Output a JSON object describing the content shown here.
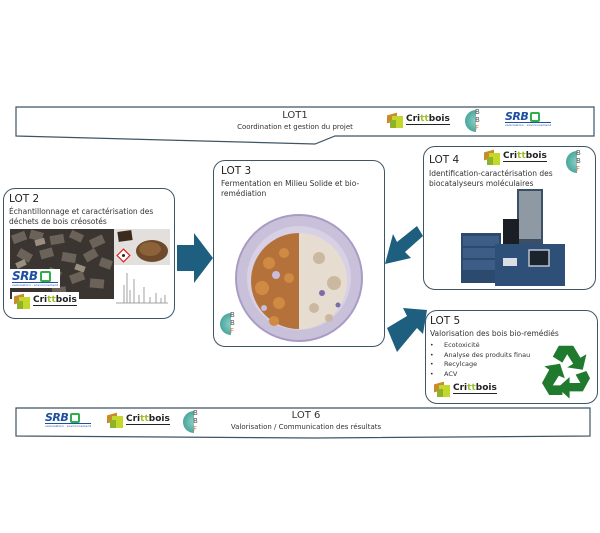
{
  "lot1": {
    "title": "LOT1",
    "subtitle": "Coordination et gestion du projet",
    "logos": [
      "crittbois",
      "bbf",
      "srb"
    ]
  },
  "lot2": {
    "title": "LOT 2",
    "description": "Échantillonnage et caractérisation des déchets de bois créosotés",
    "images": [
      "creosoted-wood-blocks-photo",
      "wood-chips-photo",
      "hazard-pictogram",
      "chromatogram"
    ],
    "logos": [
      "srb",
      "crittbois"
    ]
  },
  "lot3": {
    "title": "LOT 3",
    "description": "Fermentation en Milieu Solide et bio-remédiation",
    "images": [
      "petri-dish-fermentation-photo"
    ],
    "logos": [
      "bbf"
    ]
  },
  "lot4": {
    "title": "LOT 4",
    "description": "Identification-caractérisation des biocatalyseurs moléculaires",
    "images": [
      "mass-spectrometer-photo"
    ],
    "logos": [
      "crittbois",
      "bbf"
    ]
  },
  "lot5": {
    "title": "LOT 5",
    "description": "Valorisation des bois bio-remédiés",
    "bullets": [
      "Ecotoxicité",
      "Analyse des produits finau",
      "Recylcage",
      "ACV"
    ],
    "icons": [
      "recycle-icon"
    ],
    "logos": [
      "crittbois"
    ]
  },
  "lot6": {
    "title": "LOT 6",
    "subtitle": "Valorisation / Communication des résultats",
    "logos": [
      "srb",
      "crittbois",
      "bbf"
    ]
  },
  "logo_text": {
    "crittbois_pre": "Cri",
    "crittbois_tt": "tt",
    "crittbois_post": "bois",
    "srb": "SRB",
    "srb_sub": "valorisation · environnement",
    "bbf_letters": [
      "B",
      "B",
      "F"
    ]
  },
  "colors": {
    "arrow": "#1e5f80",
    "border": "#3e5566",
    "recycle": "#1f7a2e",
    "srb_blue": "#1f4fa0",
    "srb_green": "#2fae4f",
    "crittbois_green": "#9bbf2e"
  }
}
